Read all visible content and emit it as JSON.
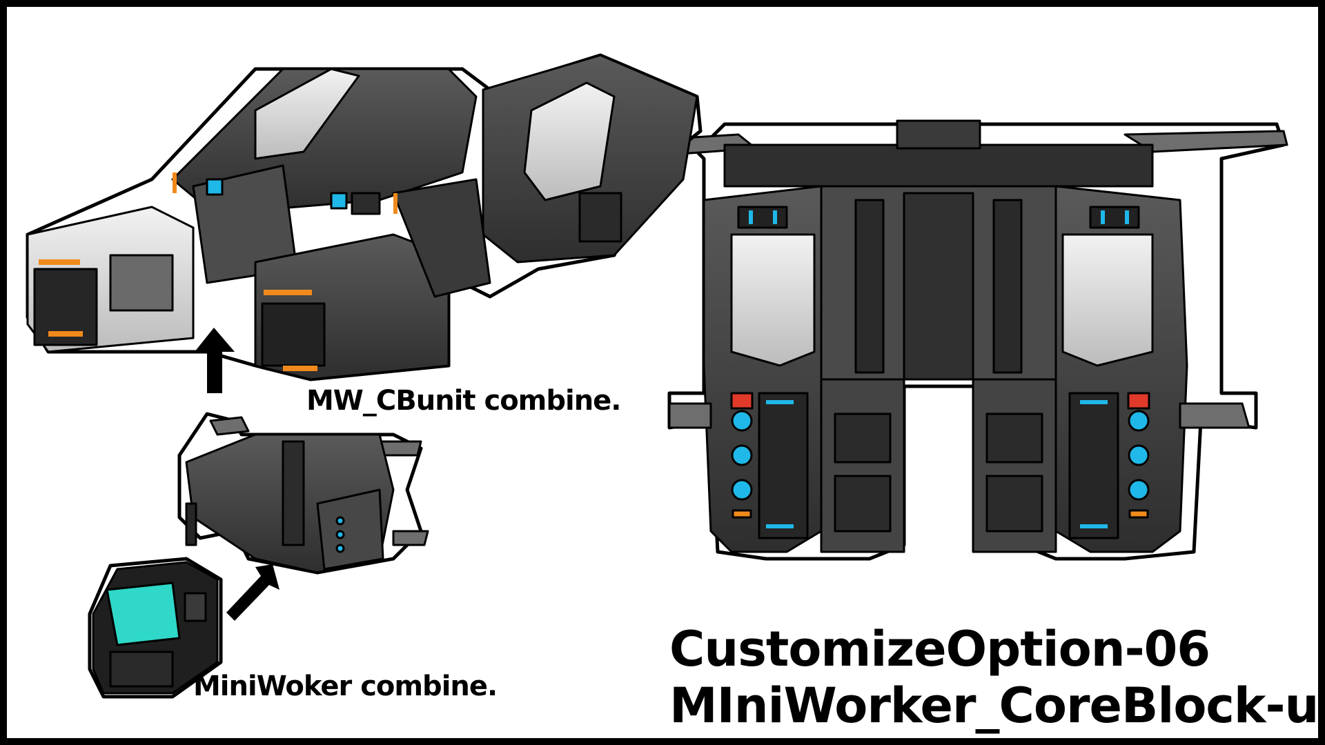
{
  "captions": {
    "mw_cbunit": "MW_CBunit combine.",
    "miniwoker": "MiniWoker combine."
  },
  "title": {
    "line1": "CustomizeOption-06",
    "line2": "MIniWorker_CoreBlock-unit."
  },
  "colors": {
    "border": "#000000",
    "background": "#ffffff",
    "hull_dark": "#3c3c3c",
    "hull_mid": "#7a7a7a",
    "hull_light": "#e6e6e6",
    "accent_cyan": "#1fb8e8",
    "accent_orange": "#f08a1c",
    "accent_red": "#e03a2a",
    "screen_teal": "#2fd8c8"
  },
  "icons": [
    "arrow-up-icon",
    "arrow-diagonal-icon"
  ]
}
